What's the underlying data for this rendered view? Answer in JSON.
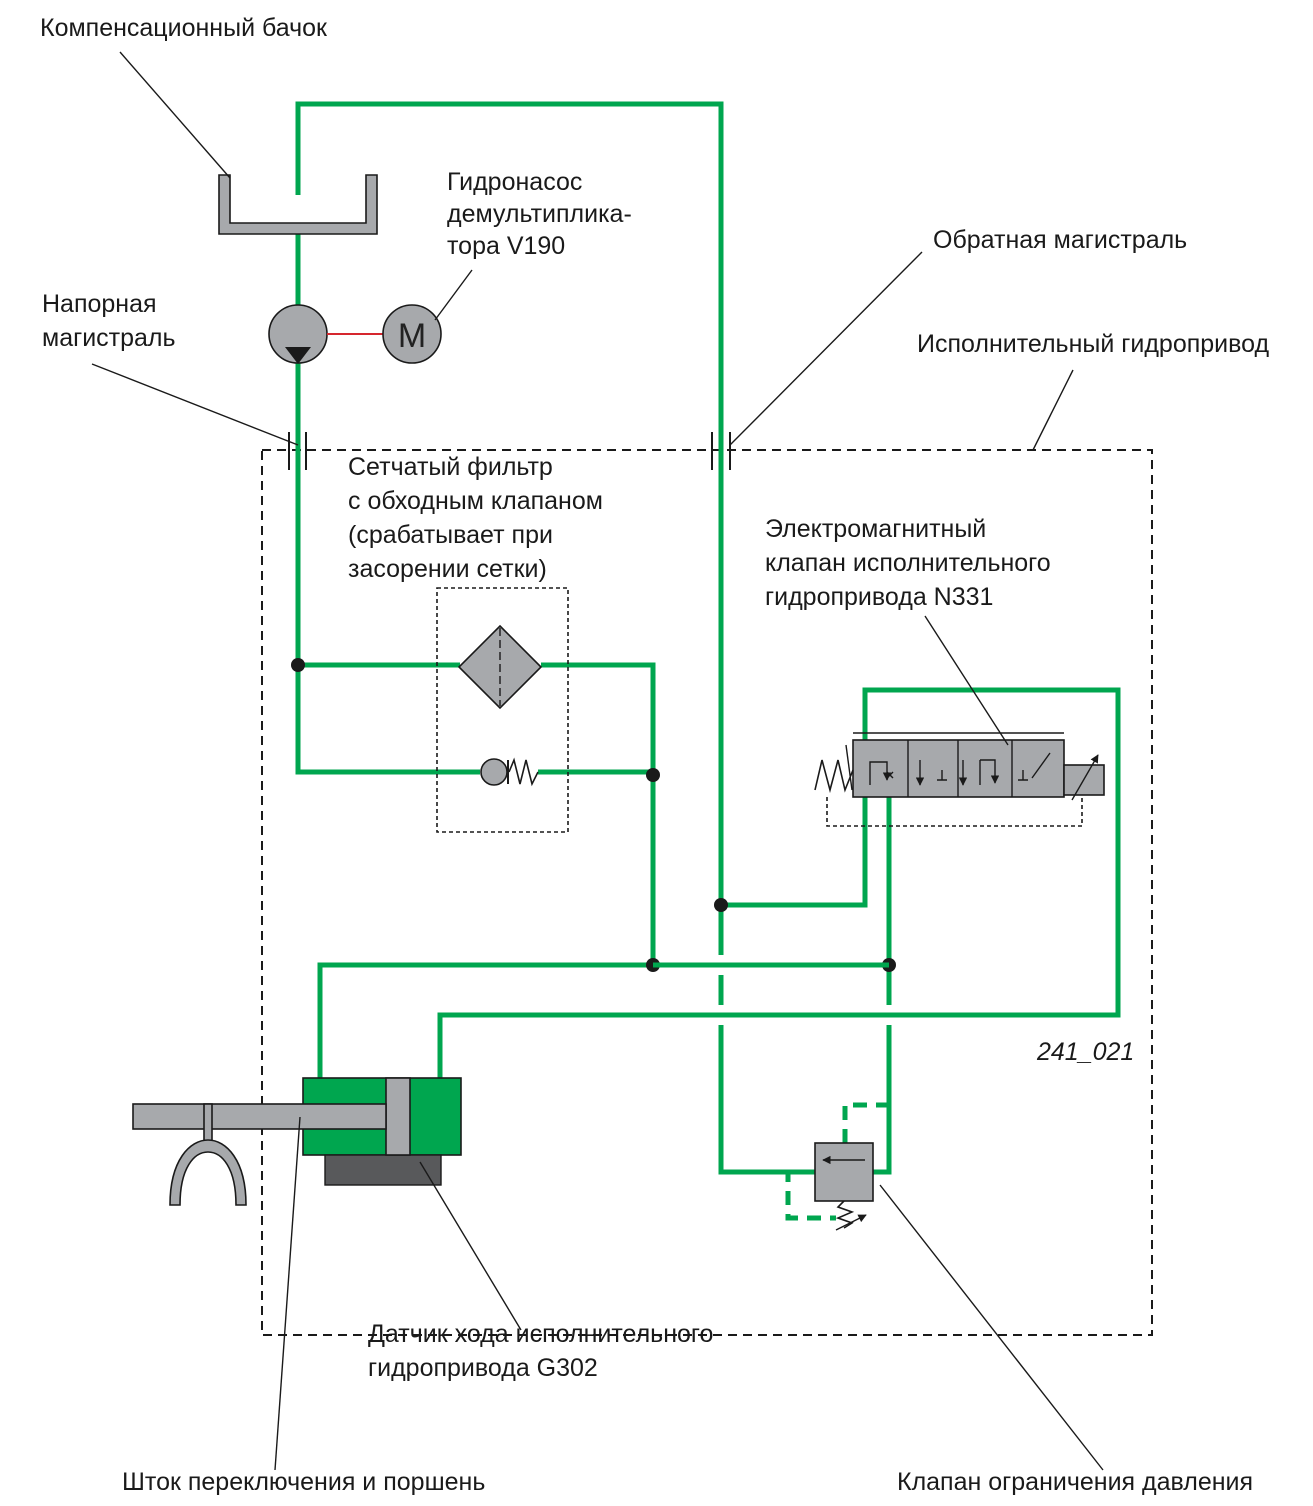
{
  "labels": {
    "reservoir": "Компенсационный бачок",
    "pump_line1": "Гидронасос",
    "pump_line2": "демультиплика-",
    "pump_line3": "тора V190",
    "return_line": "Обратная магистраль",
    "pressure_line1": "Напорная",
    "pressure_line2": "магистраль",
    "actuator": "Исполнительный гидропривод",
    "filter_line1": "Сетчатый фильтр",
    "filter_line2": "с обходным клапаном",
    "filter_line3": "(срабатывает при",
    "filter_line4": "засорении сетки)",
    "valve_line1": "Электромагнитный",
    "valve_line2": "клапан исполнительного",
    "valve_line3": "гидропривода N331",
    "figure_id": "241_021",
    "sensor_line1": "Датчик хода исполнительного",
    "sensor_line2": "гидропривода G302",
    "rod": "Шток переключения и поршень",
    "relief": "Клапан ограничения давления",
    "motor_symbol": "M"
  },
  "colors": {
    "hydraulic_line": "#00a64f",
    "component_grey": "#a7a9ac",
    "cylinder_green": "#00a64f",
    "sensor_dark": "#58595b",
    "motor_link": "#d6262e",
    "outline": "#1a1a1a"
  }
}
